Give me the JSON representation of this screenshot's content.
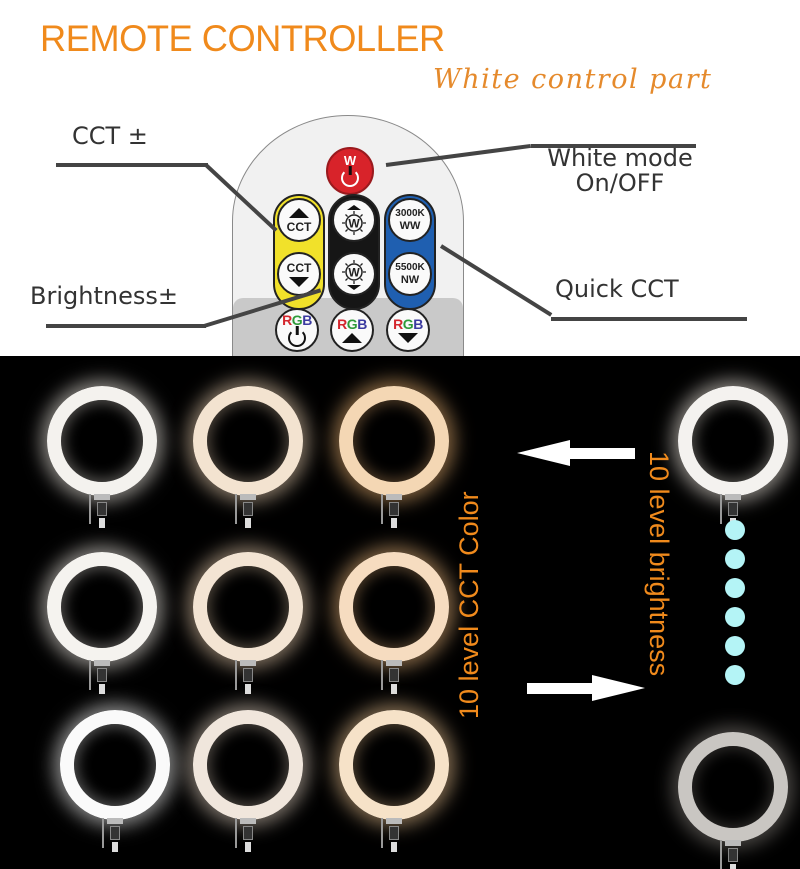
{
  "header": {
    "title": "REMOTE CONTROLLER",
    "subtitle": "White control part"
  },
  "callouts": {
    "cct": "CCT ±",
    "brightness": "Brightness±",
    "white_mode_line1": "White mode",
    "white_mode_line2": "On/OFF",
    "quick_cct": "Quick CCT"
  },
  "remote": {
    "power_button": {
      "label": "W",
      "icon": "power-icon",
      "color": "#d8232a"
    },
    "cct_up": {
      "label": "CCT",
      "icon": "triangle-up-icon"
    },
    "cct_down": {
      "label": "CCT",
      "icon": "triangle-down-icon"
    },
    "brightness_up": {
      "label": "W",
      "icon": "sun-up-icon"
    },
    "brightness_down": {
      "label": "W",
      "icon": "sun-down-icon"
    },
    "preset_warm": {
      "line1": "3000K",
      "line2": "WW"
    },
    "preset_neutral": {
      "line1": "5500K",
      "line2": "NW"
    },
    "rgb_power": {
      "label": "RGB",
      "icon": "power-icon"
    },
    "rgb_up": {
      "label": "RGB",
      "icon": "triangle-up-icon"
    },
    "rgb_down": {
      "label": "RGB",
      "icon": "triangle-down-icon"
    },
    "rgb_letters": [
      "R",
      "G",
      "B"
    ],
    "colors": {
      "cct_pill": "#f1e12a",
      "brightness_pill": "#161616",
      "preset_pill": "#1f5fb0",
      "rgb_r": "#d3262d",
      "rgb_g": "#2f9a3a",
      "rgb_b": "#3b3aa0"
    }
  },
  "demo": {
    "cct_label": "10 level CCT Color",
    "brightness_label": "10 level brightness",
    "cct_rings": [
      {
        "color": "#f4f2ee",
        "glow": "#fffaf0"
      },
      {
        "color": "#f3e3d0",
        "glow": "#f7dcbc"
      },
      {
        "color": "#f4d7b4",
        "glow": "#f2b877"
      },
      {
        "color": "#f5f3ef",
        "glow": "#fffaf2"
      },
      {
        "color": "#f3e4d3",
        "glow": "#f0d4b4"
      },
      {
        "color": "#f6dcc0",
        "glow": "#f1bb80"
      },
      {
        "color": "#fafafa",
        "glow": "#ffffff"
      },
      {
        "color": "#f0e6dc",
        "glow": "#e9d7c6"
      },
      {
        "color": "#f6e2c8",
        "glow": "#f2c896"
      }
    ],
    "brightness_rings": [
      {
        "color": "#f4f2ef",
        "glow": "#fff8ee"
      },
      {
        "color": "#c9c6c2",
        "glow": "#8a857f"
      }
    ],
    "brightness_dots": 6,
    "dot_color": "#b4f4f6",
    "text_color": "#f08a1c"
  }
}
